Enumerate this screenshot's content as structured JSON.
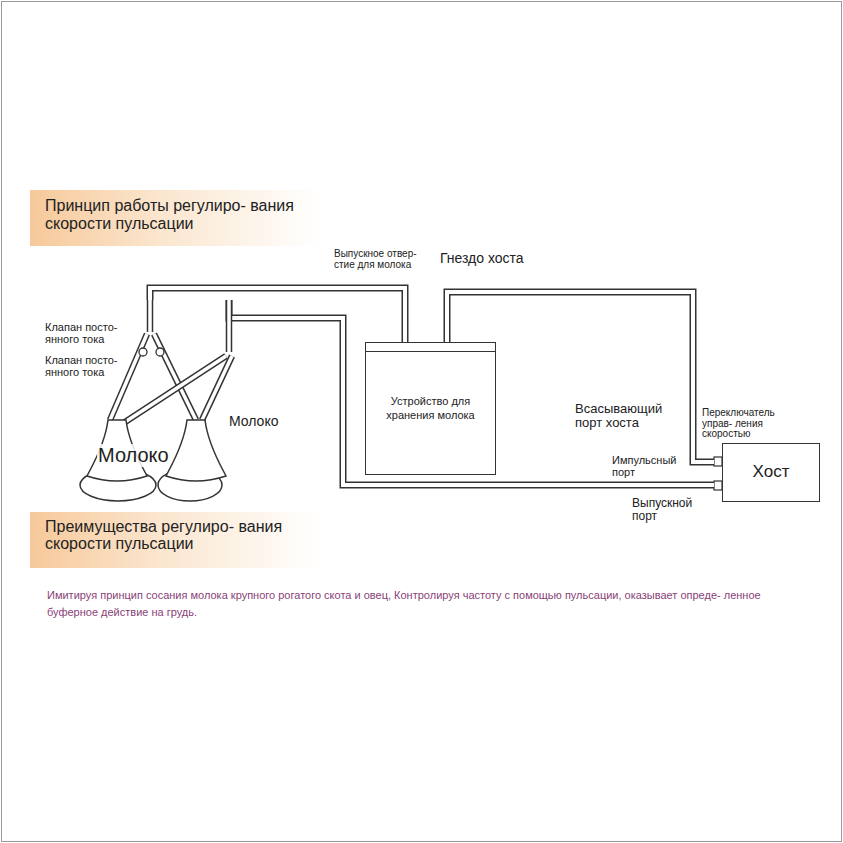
{
  "diagram": {
    "title": "Принцип работы регулиро- вания скорости пульсации",
    "caption": "Имитируя принцип сосания молока крупного рогатого скота и овец, Контролируя частоту с помощью пульсации, оказывает опреде- ленное буферное действие на грудь.",
    "nodes": [
      {
        "text": [
          "Молоко"
        ]
      },
      {
        "text": [
          "Устройство для хранения молока"
        ]
      },
      {
        "text": [
          "Хост"
        ]
      }
    ],
    "edges": [
      {
        "from": 0,
        "to": 1,
        "arrow": "none"
      },
      {
        "from": 1,
        "to": 2,
        "arrow": "none"
      },
      {
        "from": 2,
        "to": 0,
        "arrow": "none"
      }
    ],
    "labels": [
      "Выпускное отвер- стие для молока",
      "Гнездо хоста",
      "Клапан посто- янного тока",
      "Клапан посто- янного тока",
      "Молоко",
      "Всасывающий порт хоста",
      "Переключатель управ- ления скоростью",
      "Импульсный порт",
      "Выпускной порт",
      "Преимущества регулиро- вания скорости пульсации"
    ]
  }
}
